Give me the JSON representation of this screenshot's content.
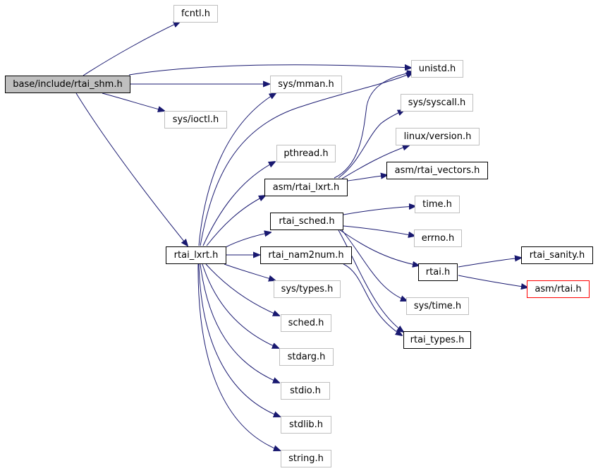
{
  "diagram": {
    "nodes": [
      {
        "id": "rtai_shm",
        "label": "base/include/rtai_shm.h",
        "kind": "root"
      },
      {
        "id": "fcntl",
        "label": "fcntl.h",
        "kind": "ext"
      },
      {
        "id": "unistd",
        "label": "unistd.h",
        "kind": "ext"
      },
      {
        "id": "sys_mman",
        "label": "sys/mman.h",
        "kind": "ext"
      },
      {
        "id": "sys_ioctl",
        "label": "sys/ioctl.h",
        "kind": "ext"
      },
      {
        "id": "sys_syscall",
        "label": "sys/syscall.h",
        "kind": "ext"
      },
      {
        "id": "linux_version",
        "label": "linux/version.h",
        "kind": "ext"
      },
      {
        "id": "pthread",
        "label": "pthread.h",
        "kind": "ext"
      },
      {
        "id": "asm_rtai_vectors",
        "label": "asm/rtai_vectors.h",
        "kind": "solid"
      },
      {
        "id": "asm_rtai_lxrt",
        "label": "asm/rtai_lxrt.h",
        "kind": "solid"
      },
      {
        "id": "time",
        "label": "time.h",
        "kind": "ext"
      },
      {
        "id": "rtai_sched",
        "label": "rtai_sched.h",
        "kind": "solid"
      },
      {
        "id": "errno",
        "label": "errno.h",
        "kind": "ext"
      },
      {
        "id": "rtai_lxrt",
        "label": "rtai_lxrt.h",
        "kind": "solid"
      },
      {
        "id": "rtai_nam2num",
        "label": "rtai_nam2num.h",
        "kind": "solid"
      },
      {
        "id": "rtai",
        "label": "rtai.h",
        "kind": "solid"
      },
      {
        "id": "rtai_sanity",
        "label": "rtai_sanity.h",
        "kind": "solid"
      },
      {
        "id": "asm_rtai",
        "label": "asm/rtai.h",
        "kind": "red"
      },
      {
        "id": "sys_types",
        "label": "sys/types.h",
        "kind": "ext"
      },
      {
        "id": "sys_time",
        "label": "sys/time.h",
        "kind": "ext"
      },
      {
        "id": "sched",
        "label": "sched.h",
        "kind": "ext"
      },
      {
        "id": "rtai_types",
        "label": "rtai_types.h",
        "kind": "solid"
      },
      {
        "id": "stdarg",
        "label": "stdarg.h",
        "kind": "ext"
      },
      {
        "id": "stdio",
        "label": "stdio.h",
        "kind": "ext"
      },
      {
        "id": "stdlib",
        "label": "stdlib.h",
        "kind": "ext"
      },
      {
        "id": "string",
        "label": "string.h",
        "kind": "ext"
      }
    ],
    "edges": [
      {
        "from": "rtai_shm",
        "to": "fcntl"
      },
      {
        "from": "rtai_shm",
        "to": "unistd"
      },
      {
        "from": "rtai_shm",
        "to": "sys_mman"
      },
      {
        "from": "rtai_shm",
        "to": "sys_ioctl"
      },
      {
        "from": "rtai_shm",
        "to": "rtai_lxrt"
      },
      {
        "from": "rtai_lxrt",
        "to": "unistd"
      },
      {
        "from": "rtai_lxrt",
        "to": "sys_mman"
      },
      {
        "from": "rtai_lxrt",
        "to": "pthread"
      },
      {
        "from": "rtai_lxrt",
        "to": "asm_rtai_lxrt"
      },
      {
        "from": "rtai_lxrt",
        "to": "rtai_sched"
      },
      {
        "from": "rtai_lxrt",
        "to": "rtai_nam2num"
      },
      {
        "from": "rtai_lxrt",
        "to": "sys_types"
      },
      {
        "from": "rtai_lxrt",
        "to": "sched"
      },
      {
        "from": "rtai_lxrt",
        "to": "stdarg"
      },
      {
        "from": "rtai_lxrt",
        "to": "stdio"
      },
      {
        "from": "rtai_lxrt",
        "to": "stdlib"
      },
      {
        "from": "rtai_lxrt",
        "to": "string"
      },
      {
        "from": "asm_rtai_lxrt",
        "to": "unistd"
      },
      {
        "from": "asm_rtai_lxrt",
        "to": "sys_syscall"
      },
      {
        "from": "asm_rtai_lxrt",
        "to": "linux_version"
      },
      {
        "from": "asm_rtai_lxrt",
        "to": "asm_rtai_vectors"
      },
      {
        "from": "rtai_sched",
        "to": "time"
      },
      {
        "from": "rtai_sched",
        "to": "errno"
      },
      {
        "from": "rtai_sched",
        "to": "rtai"
      },
      {
        "from": "rtai_sched",
        "to": "sys_time"
      },
      {
        "from": "rtai_sched",
        "to": "rtai_types"
      },
      {
        "from": "rtai_nam2num",
        "to": "rtai_types"
      },
      {
        "from": "rtai",
        "to": "rtai_sanity"
      },
      {
        "from": "rtai",
        "to": "asm_rtai"
      }
    ]
  },
  "colors": {
    "edge": "#191970",
    "root_fill": "#bfbfbf",
    "external_border": "#bfbfbf",
    "missing_border": "#ff0000"
  }
}
